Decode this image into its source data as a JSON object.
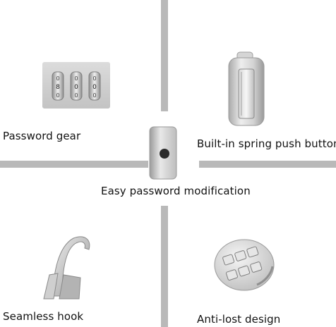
{
  "features": {
    "password_gear": "Password gear",
    "spring_button": "Built-in spring push button",
    "easy_modification": "Easy password modification",
    "seamless_hook": "Seamless hook",
    "anti_lost": "Anti-lost design"
  },
  "dials": [
    "0",
    "0",
    "0"
  ],
  "dial_rows": [
    "8",
    "0",
    "0"
  ]
}
